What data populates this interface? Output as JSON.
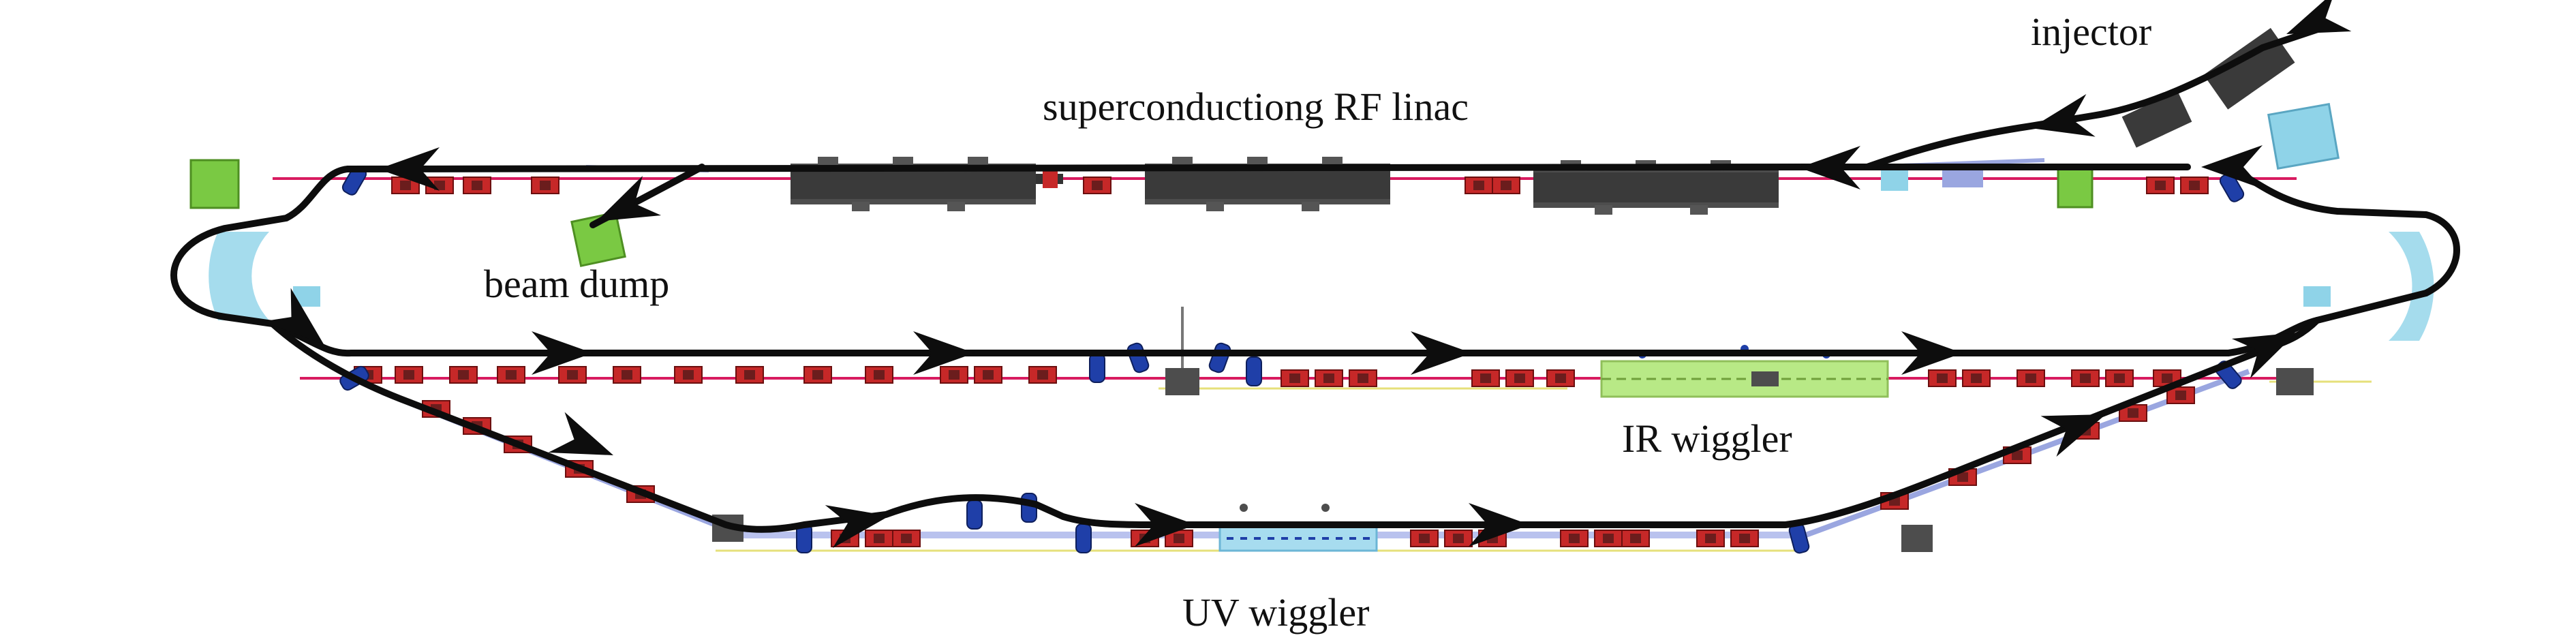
{
  "labels": {
    "injector": "injector",
    "linac": "superconductiong RF linac",
    "beam_dump": "beam dump",
    "ir_wiggler": "IR wiggler",
    "uv_wiggler": "UV wiggler"
  },
  "colors": {
    "beam_path": "#0d0d0d",
    "cryomodule": "#4a4a4a",
    "quad_red": "#c62828",
    "dipole_blue": "#1f3fa8",
    "beamline_red": "#d81b60",
    "pipe_blue": "#9aa6e0",
    "arc_cyan": "#8fd3e8",
    "dump_green": "#7ac943",
    "wiggler_green": "#b8e986",
    "wiggler_cyan": "#a7dcef",
    "support_yellow": "#e6e07a"
  }
}
